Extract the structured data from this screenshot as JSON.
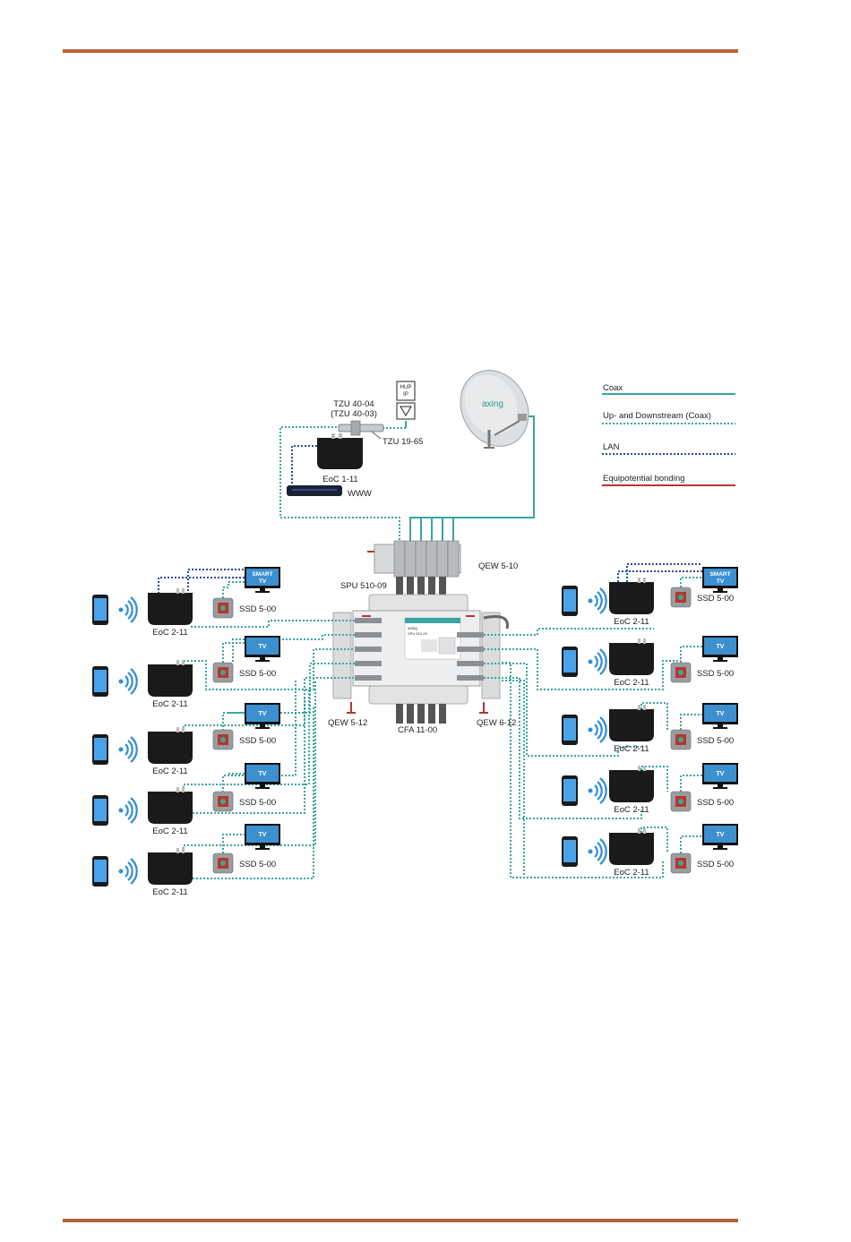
{
  "legend": {
    "items": [
      {
        "label": "Coax",
        "color": "#3aa6a0",
        "style": "solid"
      },
      {
        "label": "Up- and Downstream (Coax)",
        "color": "#3aa6a0",
        "style": "dotted"
      },
      {
        "label": "LAN",
        "color": "#2f4a9a",
        "style": "dotted"
      },
      {
        "label": "Equipotential bonding",
        "color": "#b5372e",
        "style": "solid"
      }
    ]
  },
  "head_end": {
    "tzu_label_1": "TZU 40-04",
    "tzu_label_2": "(TZU 40-03)",
    "hup_label_1": "HUP",
    "hup_label_2": "IP",
    "tzu1965_label": "TZU 19-65",
    "eoc_master_label": "EoC 1-11",
    "www_label": "WWW",
    "dish_brand": "axing"
  },
  "center": {
    "qew_top_label": "QEW 5-10",
    "spu_label": "SPU 510-09",
    "qew_left_label": "QEW 5-12",
    "cfa_label": "CFA 11-00",
    "qew_right_label": "QEW 6-12",
    "device_brand": "axing",
    "device_model": "SPU 510-09"
  },
  "left_units": [
    {
      "eoc": "EoC 2-11",
      "ssd": "SSD 5-00",
      "tv": "SMART TV"
    },
    {
      "eoc": "EoC 2-11",
      "ssd": "SSD 5-00",
      "tv": "TV"
    },
    {
      "eoc": "EoC 2-11",
      "ssd": "SSD 5-00",
      "tv": "TV"
    },
    {
      "eoc": "EoC 2-11",
      "ssd": "SSD 5-00",
      "tv": "TV"
    },
    {
      "eoc": "EoC 2-11",
      "ssd": "SSD 5-00",
      "tv": "TV"
    }
  ],
  "right_units": [
    {
      "eoc": "EoC 2-11",
      "ssd": "SSD 5-00",
      "tv": "SMART TV"
    },
    {
      "eoc": "EoC 2-11",
      "ssd": "SSD 5-00",
      "tv": "TV"
    },
    {
      "eoc": "EoC 2-11",
      "ssd": "SSD 5-00",
      "tv": "TV"
    },
    {
      "eoc": "EoC 2-11",
      "ssd": "SSD 5-00",
      "tv": "TV"
    },
    {
      "eoc": "EoC 2-11",
      "ssd": "SSD 5-00",
      "tv": "TV"
    }
  ],
  "colors": {
    "coax": "#3aa6a0",
    "lan": "#2f4a9a",
    "bonding": "#b5372e",
    "rule": "#b3623a",
    "device": "#1a1a1a",
    "wifi": "#2f8fd6"
  }
}
